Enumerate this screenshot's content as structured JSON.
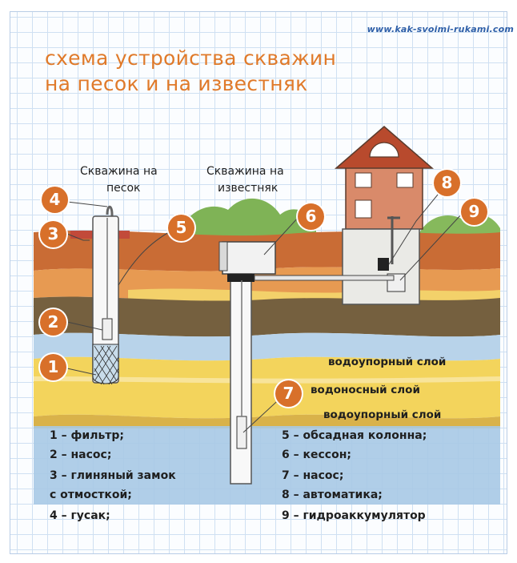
{
  "watermark": "www.kak-svoimi-rukami.com",
  "title": {
    "line1": "схема устройства скважин",
    "line2": "на песок и на известняк"
  },
  "wells": {
    "sand_line1": "Скважина на",
    "sand_line2": "песок",
    "limestone_line1": "Скважина на",
    "limestone_line2": "известняк"
  },
  "layers": {
    "aquiclude_top": "водоупорный слой",
    "aquifer": "водоносный слой",
    "aquiclude_bottom": "водоупорный слой"
  },
  "badges": [
    "1",
    "2",
    "3",
    "4",
    "5",
    "6",
    "7",
    "8",
    "9"
  ],
  "legend": {
    "left": [
      "1 – фильтр;",
      "2 – насос;",
      "3 – глиняный замок",
      "с отмосткой;",
      "4 – гусак;"
    ],
    "right": [
      "5 – обсадная колонна;",
      "6 – кессон;",
      "7 – насос;",
      "8 – автоматика;",
      "9 – гидроаккумулятор"
    ]
  },
  "colors": {
    "accent": "#d8702a",
    "title": "#e07a2a",
    "topsoil": "#c86a33",
    "clay_dark": "#6e5a3e",
    "sand_yellow": "#f1cf55",
    "water_blue": "#a9cbe7",
    "grass": "#6ea84a"
  }
}
